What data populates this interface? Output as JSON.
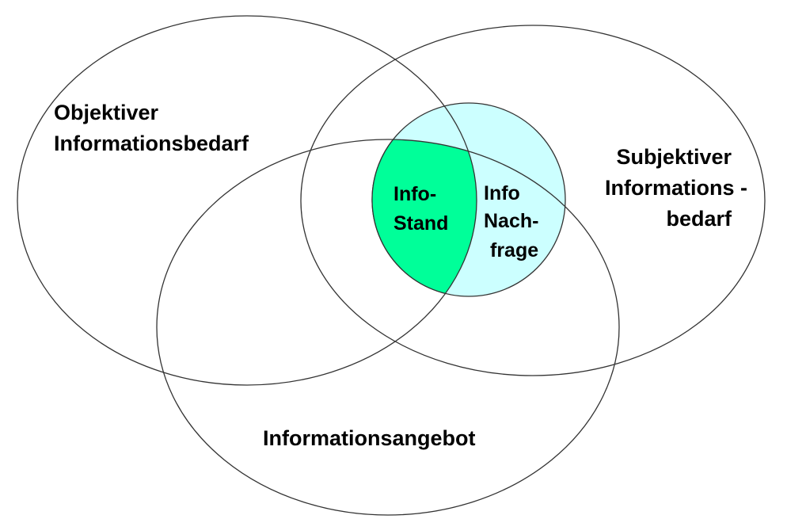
{
  "colors": {
    "info_nachfrage_fill": "#ccffff",
    "info_stand_fill": "#00ff99",
    "outline": "#333333",
    "text": "#000000"
  },
  "sets": {
    "objektiver": {
      "line1": "Objektiver",
      "line2": "Informationsbedarf"
    },
    "subjektiver": {
      "line1": "Subjektiver",
      "line2": "Informations -",
      "line3": "bedarf"
    },
    "angebot": {
      "line1": "Informationsangebot"
    },
    "info_stand": {
      "line1": "Info-",
      "line2": "Stand"
    },
    "info_nachfrage": {
      "line1": "Info",
      "line2": "Nach-",
      "line3": "frage"
    }
  }
}
